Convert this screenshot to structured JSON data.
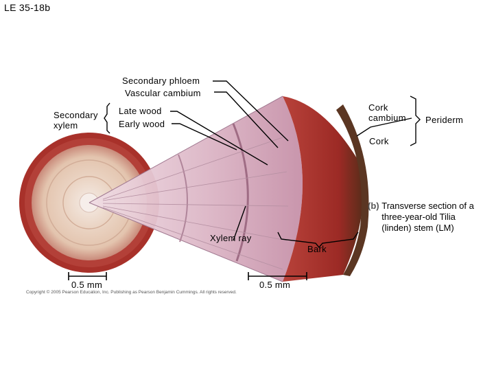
{
  "title": "LE 35-18b",
  "labels": {
    "secondary_phloem": "Secondary phloem",
    "vascular_cambium": "Vascular cambium",
    "secondary_xylem": "Secondary xylem",
    "late_wood": "Late wood",
    "early_wood": "Early wood",
    "cork_cambium": "Cork cambium",
    "periderm": "Periderm",
    "cork": "Cork",
    "xylem_ray": "Xylem ray",
    "bark": "Bark",
    "scale_left": "0.5 mm",
    "scale_right": "0.5 mm"
  },
  "caption": {
    "letter": "(b)",
    "text": "Transverse section of a three-year-old Tilia (linden) stem (LM)"
  },
  "copyright": "Copyright © 2005 Pearson Education, Inc. Publishing as Pearson Benjamin Cummings. All rights reserved.",
  "colors": {
    "bark": "#a8312a",
    "cork": "#6b3a22",
    "wood": "#e6c8b4",
    "section_light": "#e8d4dc",
    "section_dark": "#c98fa8",
    "pith": "#f4ece8"
  }
}
